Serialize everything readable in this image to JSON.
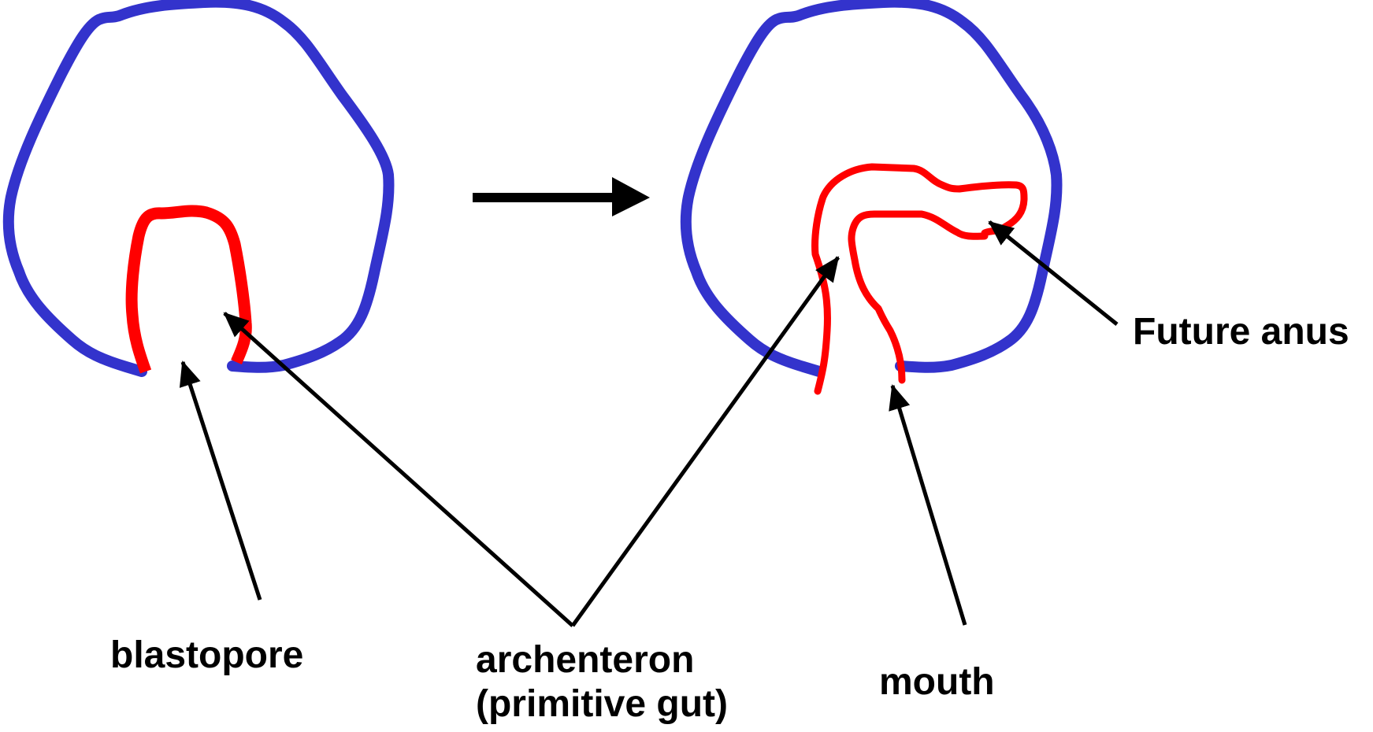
{
  "colors": {
    "ectoderm": "#3333cc",
    "endoderm": "#ff0000",
    "arrow": "#000000",
    "background": "#ffffff"
  },
  "labels": {
    "blastopore": "blastopore",
    "archenteron_line1": "archenteron",
    "archenteron_line2": "(primitive gut)",
    "mouth": "mouth",
    "future_anus": "Future anus"
  }
}
